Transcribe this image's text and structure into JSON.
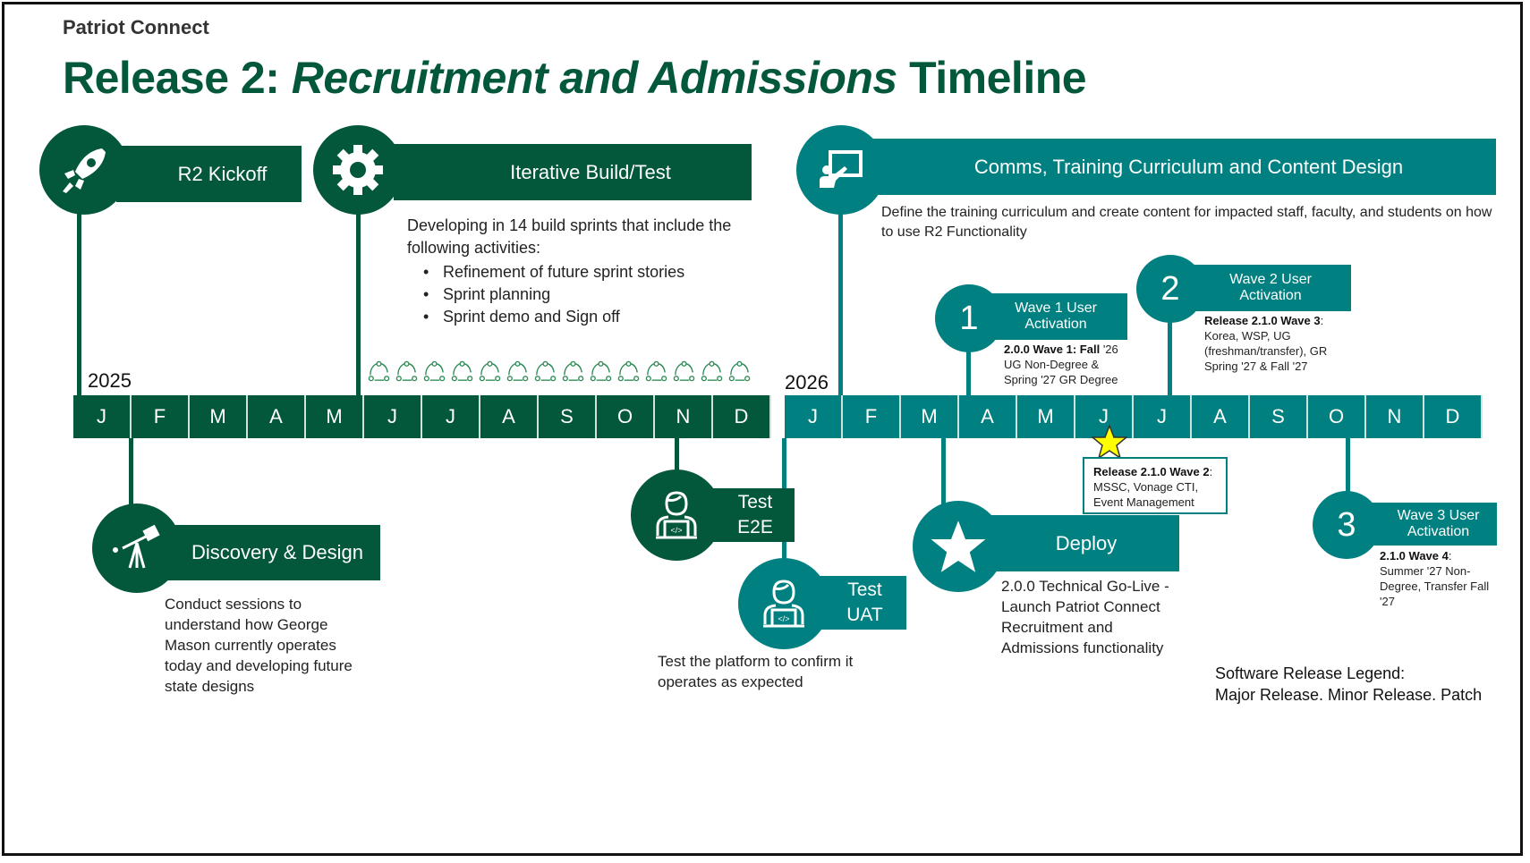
{
  "brand": "Patriot Connect",
  "title": {
    "prefix": "Release 2: ",
    "italic": "Recruitment and Admissions",
    "suffix": " Timeline"
  },
  "colors": {
    "dark_green": "#03573A",
    "teal": "#008080",
    "star_yellow": "#FFFF00"
  },
  "timeline": {
    "years": [
      "2025",
      "2026"
    ],
    "months_2025": [
      "J",
      "F",
      "M",
      "A",
      "M",
      "J",
      "J",
      "A",
      "S",
      "O",
      "N",
      "D"
    ],
    "months_2026": [
      "J",
      "F",
      "M",
      "A",
      "M",
      "J",
      "J",
      "A",
      "S",
      "O",
      "N",
      "D"
    ]
  },
  "milestones": {
    "kickoff": {
      "label": "R2 Kickoff",
      "icon": "rocket-icon"
    },
    "build": {
      "label": "Iterative Build/Test",
      "icon": "gear-icon",
      "intro": "Developing in 14 build sprints that include the following activities:",
      "bullets": [
        "Refinement of future sprint stories",
        "Sprint planning",
        "Sprint demo and Sign off"
      ],
      "sprint_count": 14
    },
    "comms": {
      "label": "Comms, Training Curriculum and Content Design",
      "icon": "presentation-icon",
      "description": "Define the training curriculum and create content for impacted staff, faculty, and students on how to use R2 Functionality"
    },
    "discovery": {
      "label": "Discovery & Design",
      "icon": "telescope-icon",
      "description": "Conduct sessions to understand how George Mason currently operates today and developing future state designs"
    },
    "test_e2e": {
      "label_line1": "Test",
      "label_line2": "E2E",
      "icon": "developer-icon"
    },
    "test_uat": {
      "label_line1": "Test",
      "label_line2": "UAT",
      "icon": "developer-icon",
      "description": "Test the platform to confirm it operates as expected"
    },
    "deploy": {
      "label": "Deploy",
      "icon": "star-icon",
      "desc_bold": "2.0.0 Technical Go-Live",
      "desc_rest": " - Launch Patriot Connect Recruitment and Admissions functionality"
    },
    "wave1": {
      "number": "1",
      "label_line1": "Wave 1 User",
      "label_line2": "Activation",
      "desc_bold": "2.0.0 Wave 1: Fall",
      "desc_rest": "'26 UG Non-Degree & Spring '27 GR Degree"
    },
    "wave2": {
      "number": "2",
      "label_line1": "Wave 2 User",
      "label_line2": "Activation",
      "desc_bold": "Release 2.1.0 Wave 3",
      "desc_rest": ": Korea, WSP, UG (freshman/transfer), GR Spring '27 & Fall '27"
    },
    "wave3": {
      "number": "3",
      "label_line1": "Wave 3 User",
      "label_line2": "Activation",
      "desc_bold": "2.1.0 Wave 4",
      "desc_rest": ": Summer '27 Non-Degree, Transfer Fall '27"
    },
    "release_210_wave2": {
      "desc_bold": "Release 2.1.0 Wave 2",
      "desc_rest": ": MSSC, Vonage CTI, Event Management"
    }
  },
  "legend": {
    "title": "Software Release Legend:",
    "text": "Major Release. Minor Release. Patch"
  }
}
